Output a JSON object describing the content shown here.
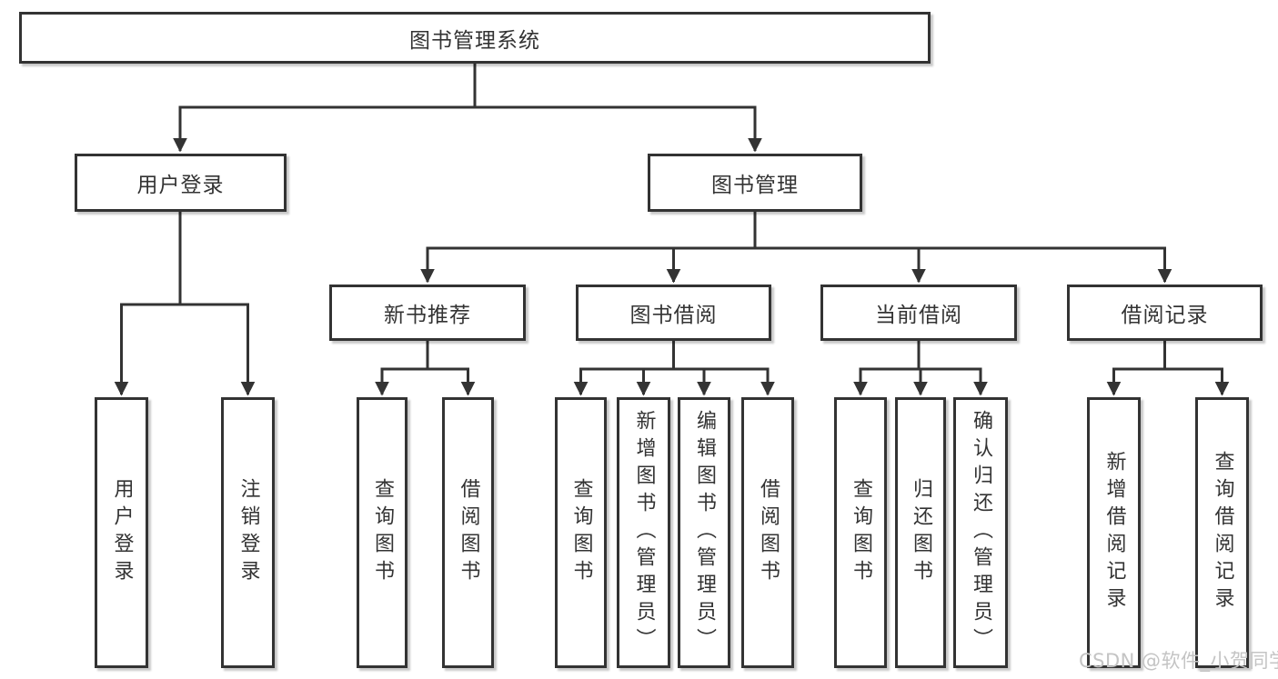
{
  "diagram_type": "hierarchy-tree",
  "tree": {
    "label": "图书管理系统",
    "children": [
      {
        "label": "用户登录",
        "children": [
          {
            "label": "用户登录"
          },
          {
            "label": "注销登录"
          }
        ]
      },
      {
        "label": "图书管理",
        "children": [
          {
            "label": "新书推荐",
            "children": [
              {
                "label": "查询图书"
              },
              {
                "label": "借阅图书"
              }
            ]
          },
          {
            "label": "图书借阅",
            "children": [
              {
                "label": "查询图书"
              },
              {
                "label": "新增图书（管理员）"
              },
              {
                "label": "编辑图书（管理员）"
              },
              {
                "label": "借阅图书"
              }
            ]
          },
          {
            "label": "当前借阅",
            "children": [
              {
                "label": "查询图书"
              },
              {
                "label": "归还图书"
              },
              {
                "label": "确认归还（管理员）"
              }
            ]
          },
          {
            "label": "借阅记录",
            "children": [
              {
                "label": "新增借阅记录"
              },
              {
                "label": "查询借阅记录"
              }
            ]
          }
        ]
      }
    ]
  },
  "watermark": {
    "text": "CSDN @软件_小贺同学"
  },
  "colors": {
    "line": "#333333",
    "text": "#333333",
    "watermark": "#c4c4c4",
    "background": "#ffffff"
  }
}
